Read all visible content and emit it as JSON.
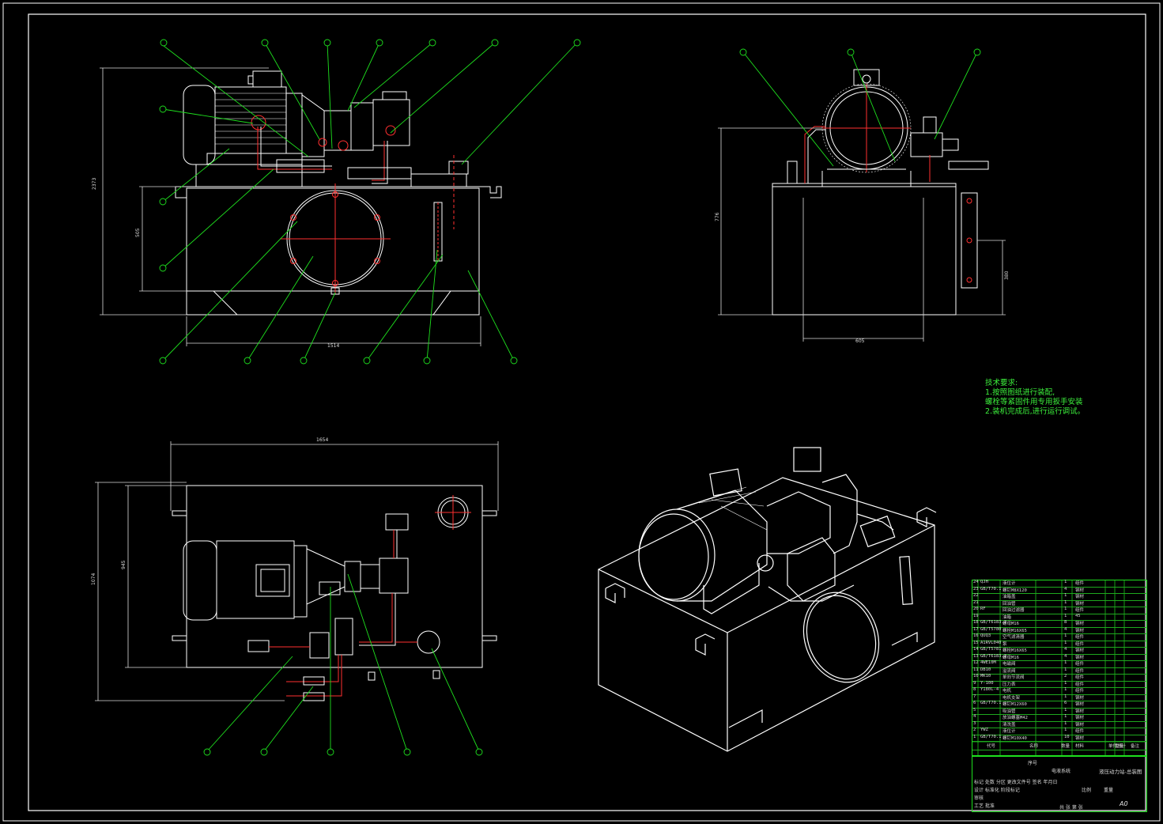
{
  "notes": {
    "title": "技术要求:",
    "lines": [
      "1.按照图纸进行装配,",
      "螺栓等紧固件用专用扳手安装",
      "2.装机完成后,进行运行调试。"
    ]
  },
  "dimensions": {
    "front_height": "2373",
    "front_tank_height": "505",
    "front_width": "1514",
    "side_height": "776",
    "side_gauge": "380",
    "side_width": "605",
    "top_width": "1654",
    "top_depth": "1074",
    "top_inner_depth": "945"
  },
  "bom": [
    {
      "no": "24",
      "code": "QJH",
      "name": "液位计",
      "qty": "1",
      "mat": "组件"
    },
    {
      "no": "23",
      "code": "GB/T70.1",
      "name": "螺钉M8X120",
      "qty": "4",
      "mat": "钢材"
    },
    {
      "no": "22",
      "code": "",
      "name": "油箱盖",
      "qty": "1",
      "mat": "钢材"
    },
    {
      "no": "21",
      "code": "",
      "name": "回油管",
      "qty": "1",
      "mat": "钢材"
    },
    {
      "no": "20",
      "code": "RF",
      "name": "回油过滤器",
      "qty": "1",
      "mat": "组件"
    },
    {
      "no": "19",
      "code": "",
      "name": "油箱",
      "qty": "1",
      "mat": "45"
    },
    {
      "no": "18",
      "code": "GB/T6183.2",
      "name": "螺母M16",
      "qty": "8",
      "mat": "钢材"
    },
    {
      "no": "17",
      "code": "GB/T5780",
      "name": "螺栓M16X65",
      "qty": "4",
      "mat": "钢材"
    },
    {
      "no": "16",
      "code": "QUQ3",
      "name": "空气滤清器",
      "qty": "1",
      "mat": "组件"
    },
    {
      "no": "15",
      "code": "A1RVL040",
      "name": "泵",
      "qty": "1",
      "mat": "组件"
    },
    {
      "no": "14",
      "code": "GB/T5781",
      "name": "螺栓M16X65",
      "qty": "4",
      "mat": "钢材"
    },
    {
      "no": "13",
      "code": "GB/T6183.2",
      "name": "螺母M16",
      "qty": "4",
      "mat": "钢材"
    },
    {
      "no": "12",
      "code": "4WE10M",
      "name": "电磁阀",
      "qty": "1",
      "mat": "组件"
    },
    {
      "no": "11",
      "code": "DB10",
      "name": "溢流阀",
      "qty": "1",
      "mat": "组件"
    },
    {
      "no": "10",
      "code": "MK10",
      "name": "单向节流阀",
      "qty": "2",
      "mat": "组件"
    },
    {
      "no": "9",
      "code": "Y-100",
      "name": "压力表",
      "qty": "1",
      "mat": "组件"
    },
    {
      "no": "8",
      "code": "Y180L-4",
      "name": "电机",
      "qty": "1",
      "mat": "组件"
    },
    {
      "no": "7",
      "code": "",
      "name": "电机支架",
      "qty": "1",
      "mat": "钢材"
    },
    {
      "no": "6",
      "code": "GB/T70.1",
      "name": "螺钉M12X60",
      "qty": "6",
      "mat": "钢材"
    },
    {
      "no": "5",
      "code": "",
      "name": "吸油管",
      "qty": "1",
      "mat": "钢材"
    },
    {
      "no": "4",
      "code": "",
      "name": "放油螺塞M42",
      "qty": "1",
      "mat": "钢材"
    },
    {
      "no": "3",
      "code": "",
      "name": "清洗盖",
      "qty": "1",
      "mat": "钢材"
    },
    {
      "no": "2",
      "code": "YWZ",
      "name": "液位计",
      "qty": "1",
      "mat": "组件"
    },
    {
      "no": "1",
      "code": "GB/T70.1",
      "name": "螺钉M10X40",
      "qty": "10",
      "mat": "钢材"
    }
  ],
  "bom_header": {
    "no": "序号",
    "code": "代号",
    "name": "名称",
    "qty": "数量",
    "mat": "材料",
    "unit": "单件",
    "total": "总计",
    "weight": "重量",
    "remark": "备注"
  },
  "title_block": {
    "drawing_name": "液压动力站-总装图",
    "company": "电液系统",
    "scale_label": "比例",
    "weight_label": "重量",
    "sheet_label": "共 张 第 张",
    "row1": "标记 处数 分区 更改文件号 签名 年月日",
    "row2": "设计 标准化 阶段标记",
    "row3": "审核",
    "row4": "工艺 批准",
    "size": "A0"
  }
}
